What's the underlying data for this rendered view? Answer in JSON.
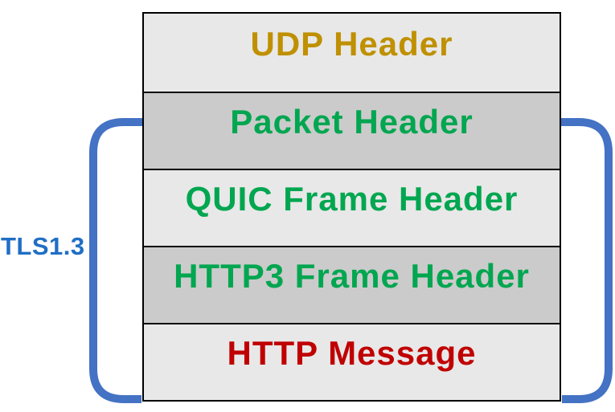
{
  "diagram": {
    "description": "QUIC HTTP/3 packet layer stack with TLS1.3 encryption scope bracket",
    "layers": [
      {
        "label": "UDP Header",
        "color": "#BF9000",
        "bg": "#E8E8E8"
      },
      {
        "label": "Packet Header",
        "color": "#00A650",
        "bg": "#CBCBCB"
      },
      {
        "label": "QUIC Frame Header",
        "color": "#00A650",
        "bg": "#E8E8E8"
      },
      {
        "label": "HTTP3 Frame Header",
        "color": "#00A650",
        "bg": "#CBCBCB"
      },
      {
        "label": "HTTP Message",
        "color": "#C00000",
        "bg": "#E8E8E8"
      }
    ],
    "annotation": {
      "label": "TLS1.3",
      "color": "#1F6FC5"
    },
    "bracket": {
      "color": "#4472C4"
    },
    "colors": {
      "border": "#000000",
      "background": "#FFFFFF"
    }
  }
}
